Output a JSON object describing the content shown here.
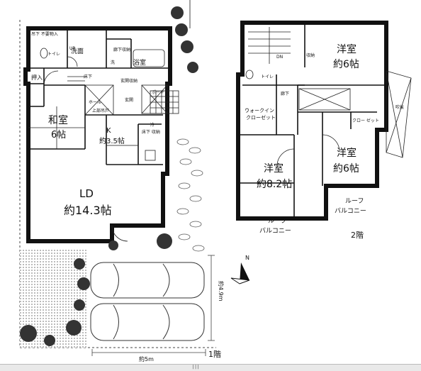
{
  "first_floor": {
    "floor_label": "1階",
    "rooms": {
      "washitsu_name": "和室",
      "washitsu_size": "6帖",
      "ld_name": "LD",
      "ld_size": "約14.3帖",
      "kitchen_name": "K",
      "kitchen_size": "約3.5帖",
      "senmen": "洗面",
      "yokushitsu": "浴室",
      "toilet": "トイレ",
      "oshiire": "押入",
      "hall": "ホール",
      "genkan": "玄関",
      "porch": "ポーチ",
      "tokonoma": "床下",
      "yukashita_shuno": "床下\n収納",
      "genkan_shuno": "玄関収納",
      "agarikamachi": "上部吊戸",
      "rouka_shuno": "廊下収納",
      "ya": "吊下\n不要物入",
      "ref": "冷",
      "wc_small": "洗",
      "small_up": "UP"
    },
    "dimensions": {
      "width_label": "約5m",
      "depth_label": "約4.9m"
    }
  },
  "second_floor": {
    "floor_label": "2階",
    "rooms": {
      "youshitsu_a_name": "洋室",
      "youshitsu_a_size": "約6帖",
      "youshitsu_b_name": "洋室",
      "youshitsu_b_size": "約6帖",
      "youshitsu_c_name": "洋室",
      "youshitsu_c_size": "約8.2帖",
      "walkin_line1": "ウォークイン",
      "walkin_line2": "クローゼット",
      "roof_balcony_a_line1": "ルーフ",
      "roof_balcony_a_line2": "バルコニー",
      "roof_balcony_b_line1": "ルーフ",
      "roof_balcony_b_line2": "バルコニー",
      "toilet": "トイレ",
      "rouka": "廊下",
      "shuno": "収納",
      "closet": "クロー\nゼット",
      "dn": "DN",
      "fukinuke": "吹抜"
    }
  },
  "north_label": "N",
  "scrollbar_grip": "|||"
}
